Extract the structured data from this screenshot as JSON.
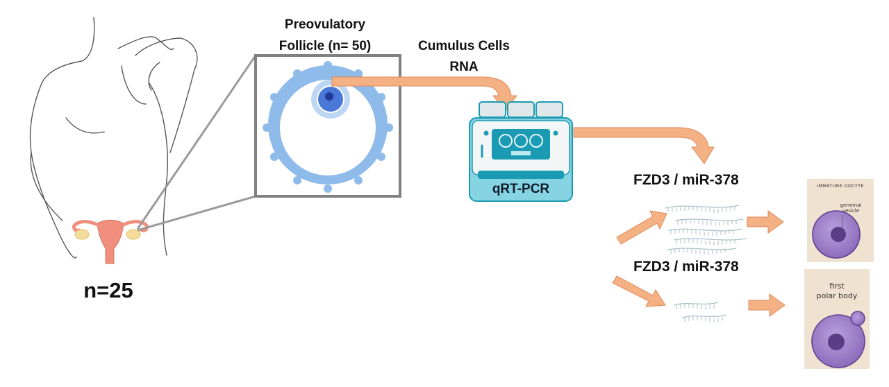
{
  "figure": {
    "follicle_title_line1": "Preovulatory",
    "follicle_title_line2": "Follicle (n= 50)",
    "cumulus_line1": "Cumulus  Cells",
    "cumulus_line2": "RNA",
    "patients_label": "n=25",
    "pcr_label": "qRT-PCR",
    "expression_high_label": "FZD3 / miR-378",
    "expression_low_label": "FZD3 / miR-378",
    "immature_card_title": "IMMATURE OOCYTE",
    "germinal_vesicle_label_line1": "germinal",
    "germinal_vesicle_label_line2": "vesicle",
    "polar_body_label_line1": "first",
    "polar_body_label_line2": "polar body"
  },
  "colors": {
    "arrow_fill": "#f4b183",
    "arrow_stroke": "#e0875a",
    "follicle_blue": "#8fbbea",
    "oocyte_blue": "#4a78d8",
    "oocyte_purple": "#9b7cc4",
    "card_bg": "#efe2d0",
    "uterus_pink": "#f08f7e",
    "ovary_yellow": "#f4dc9a",
    "zoom_gray": "#8a8a8a",
    "pcr_teal": "#1a9bb3"
  }
}
